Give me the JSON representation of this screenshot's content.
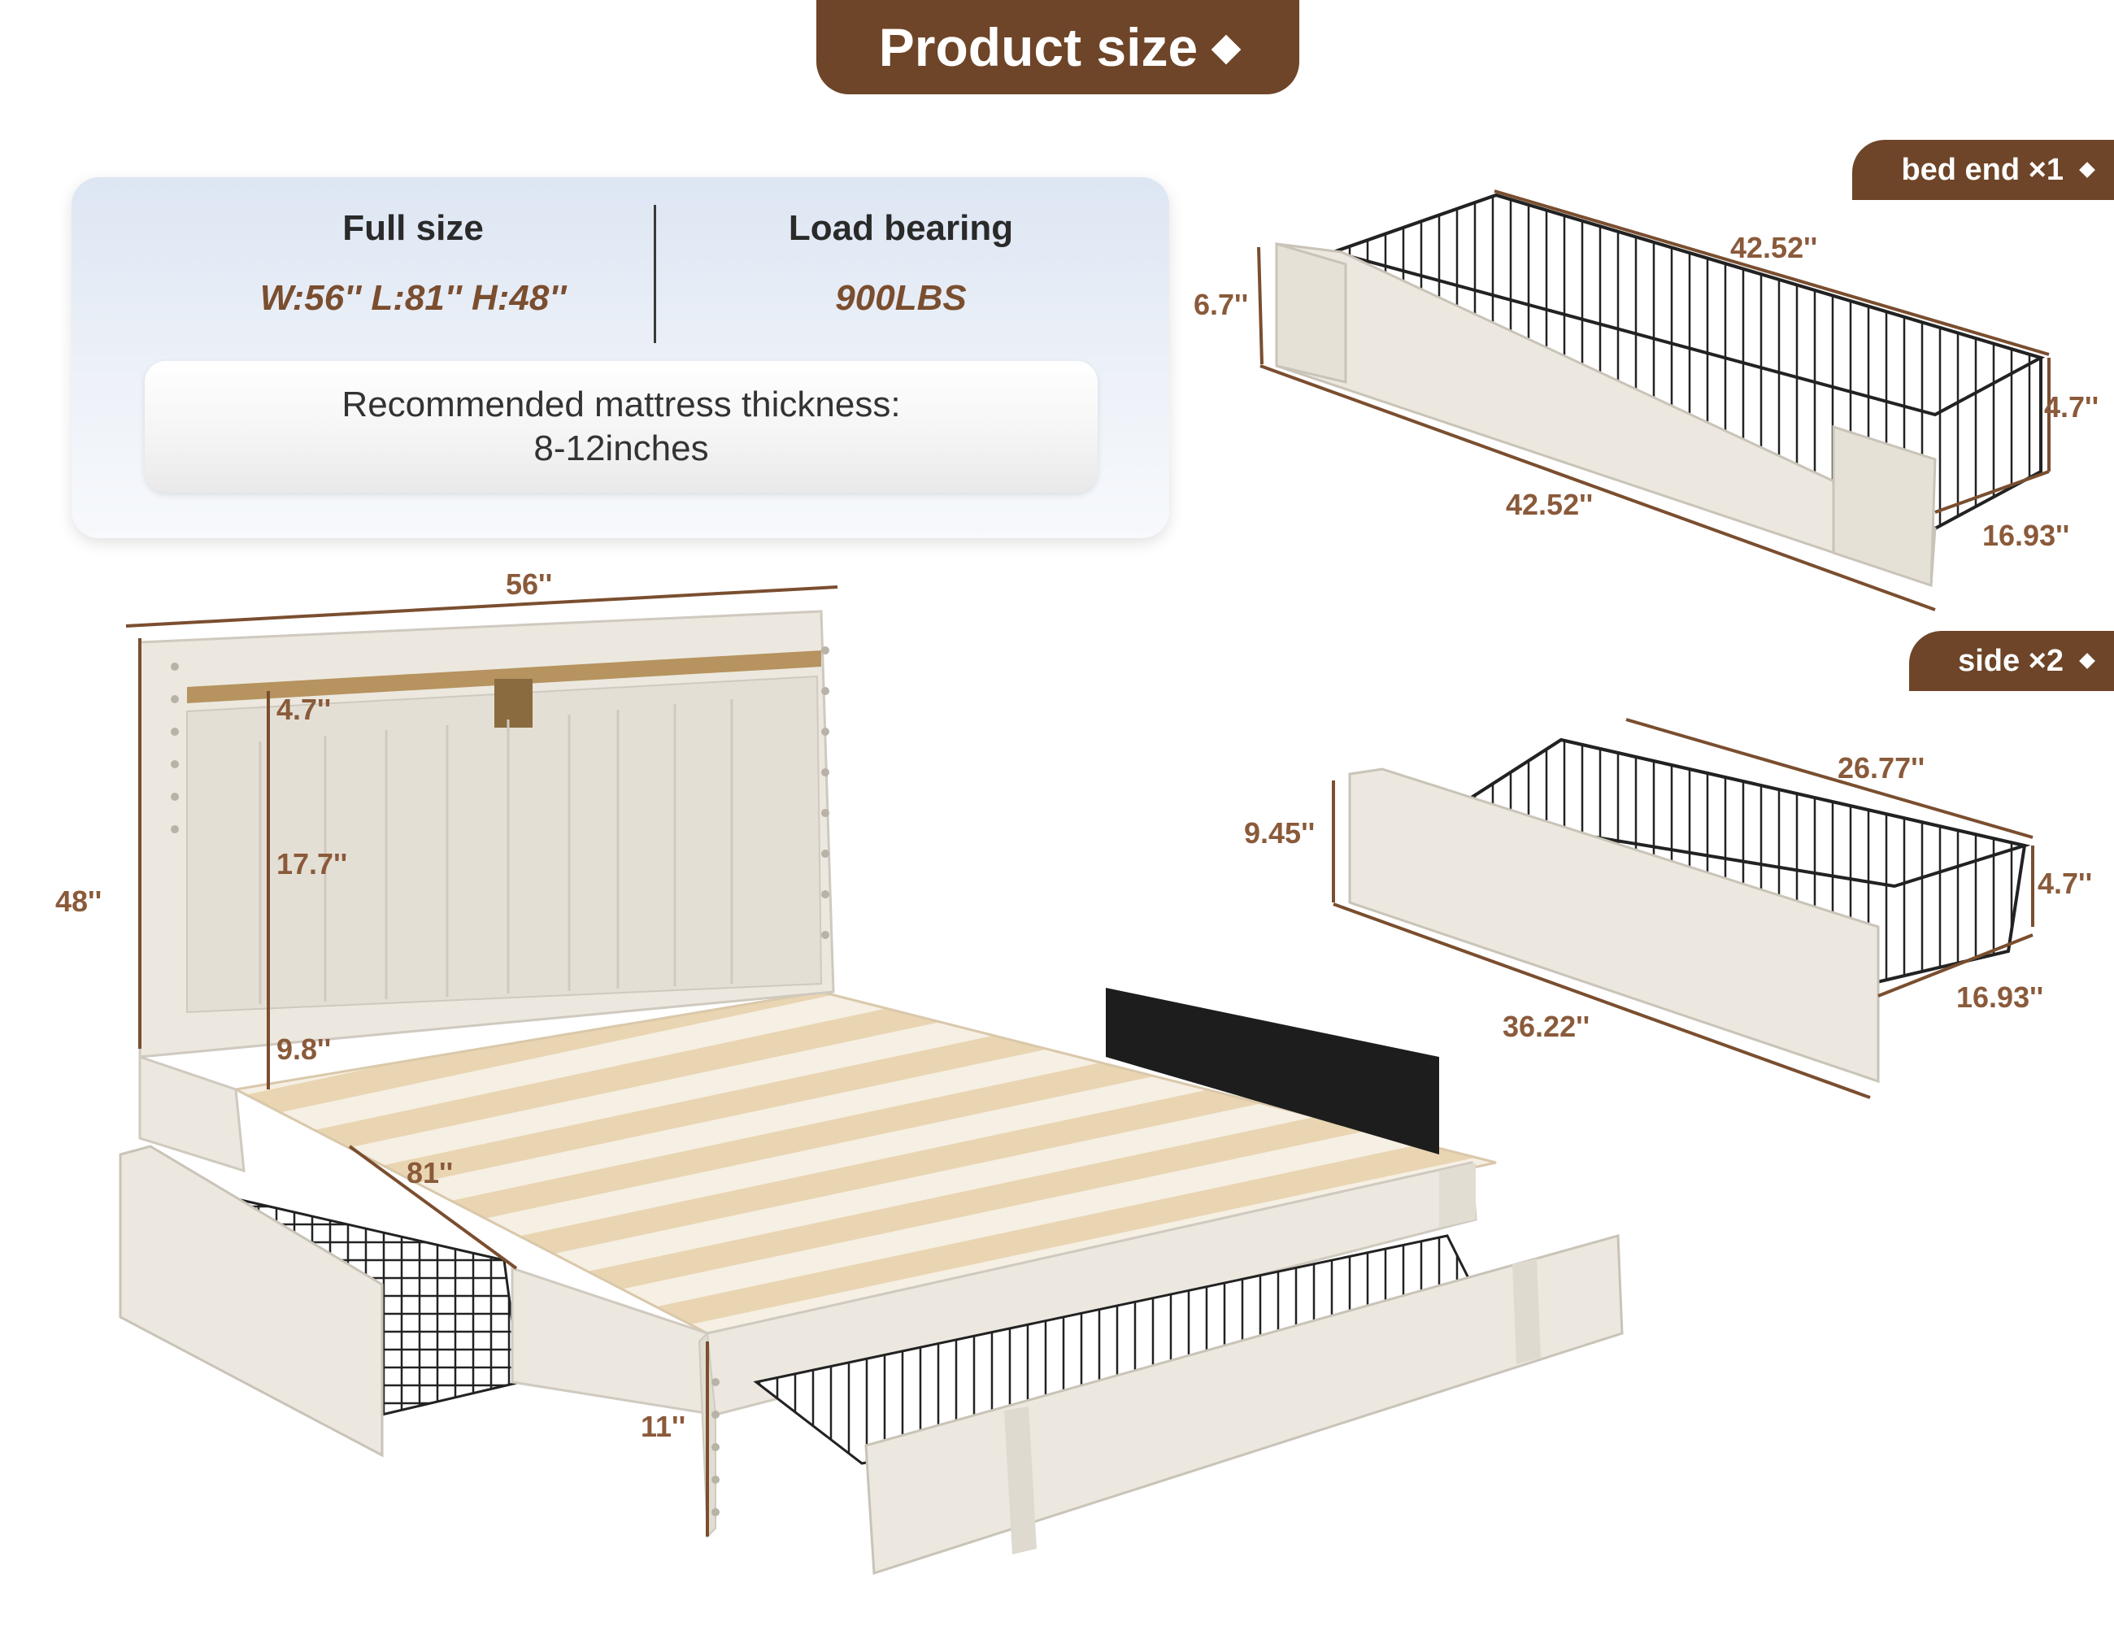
{
  "title": "Product size",
  "info": {
    "size_heading": "Full size",
    "size_value": "W:56''  L:81''  H:48''",
    "load_heading": "Load bearing",
    "load_value": "900LBS",
    "mattress_line1": "Recommended mattress thickness:",
    "mattress_line2": "8-12inches"
  },
  "bed_end_drawer": {
    "tag": "bed end ×1",
    "length_top": "42.52''",
    "height_front": "6.7''",
    "length_bottom": "42.52''",
    "height_basket": "4.7''",
    "depth": "16.93''"
  },
  "side_drawer": {
    "tag": "side ×2",
    "length_top": "26.77''",
    "height_front": "9.45''",
    "length_bottom": "36.22''",
    "height_basket": "4.7''",
    "depth": "16.93''"
  },
  "bed": {
    "width": "56''",
    "height": "48''",
    "shelf_height": "4.7''",
    "headboard_panel": "17.7''",
    "clearance": "9.8''",
    "length": "81''",
    "footboard_height": "11''"
  },
  "colors": {
    "accent_brown": "#6e4528",
    "dimension_text": "#8a5a3a",
    "fabric": "#ece8df",
    "wood_slat": "#e8d3b0"
  }
}
